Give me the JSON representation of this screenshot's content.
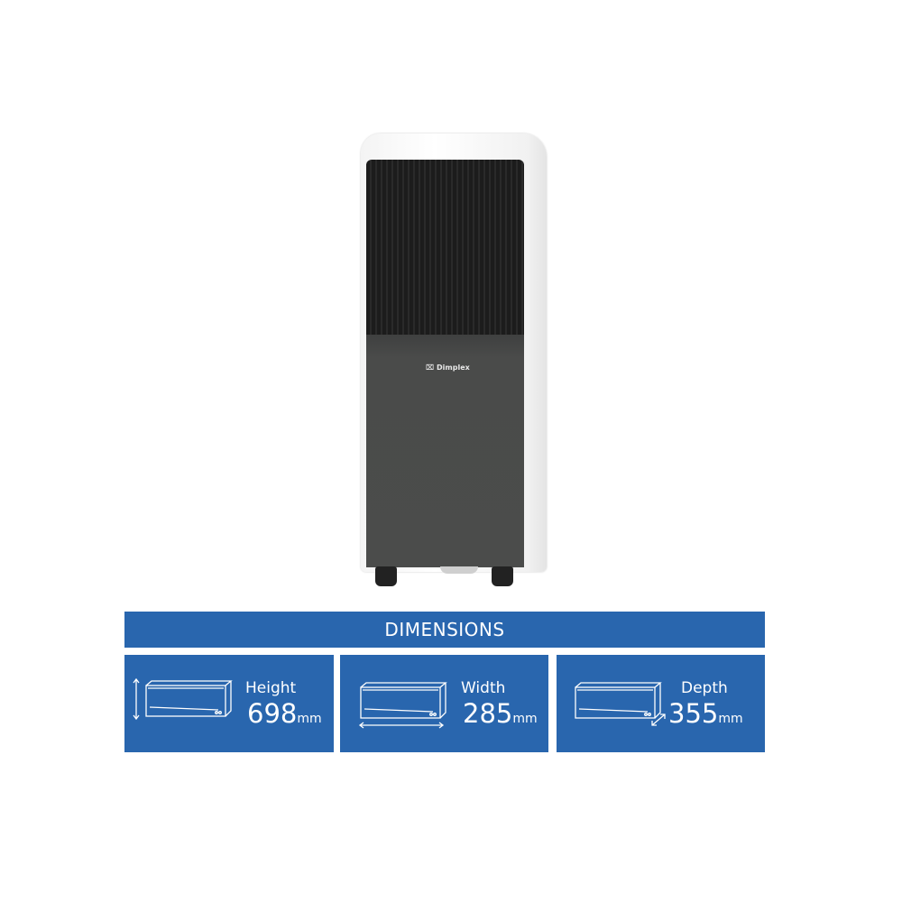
{
  "product": {
    "brand_logo": "Dimplex"
  },
  "dimensions": {
    "title": "DIMENSIONS",
    "items": [
      {
        "label": "Height",
        "value": "698",
        "unit": "mm"
      },
      {
        "label": "Width",
        "value": "285",
        "unit": "mm"
      },
      {
        "label": "Depth",
        "value": "355",
        "unit": "mm"
      }
    ]
  },
  "colors": {
    "banner": "#2966ae"
  }
}
